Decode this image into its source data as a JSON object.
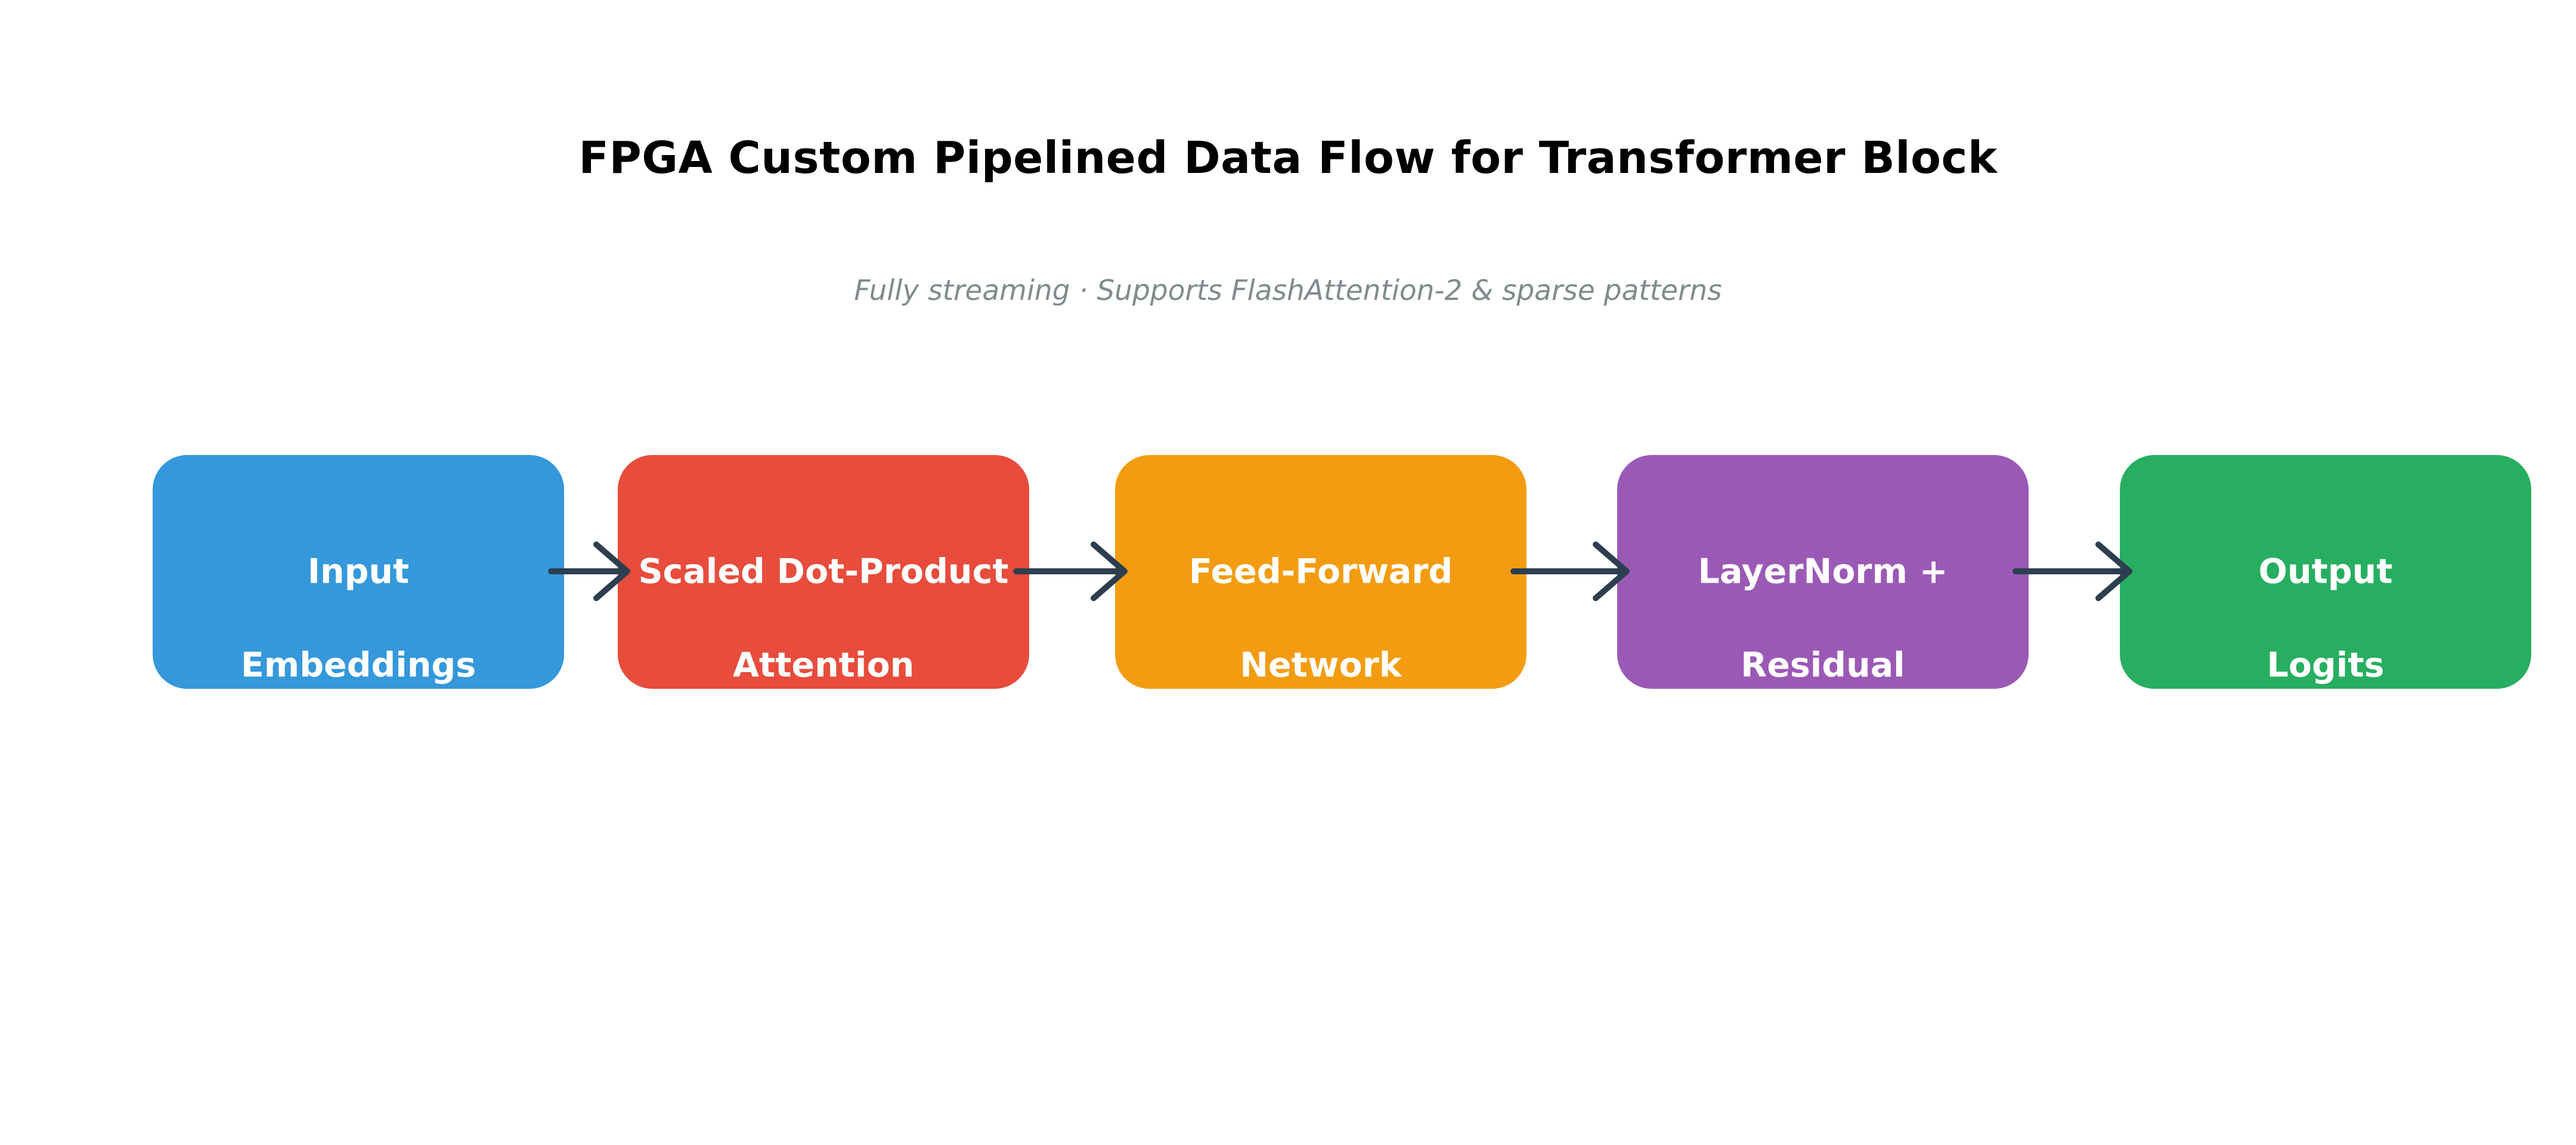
{
  "title": {
    "text": "FPGA Custom Pipelined Data Flow for Transformer Block",
    "color": "#000000"
  },
  "subtitle": {
    "text": "Fully streaming · Supports FlashAttention-2 & sparse patterns",
    "color": "#7f8c8d"
  },
  "pipeline": {
    "background": "#ffffff",
    "label_text_color": "#ffffff",
    "arrow_color": "#2c3e50",
    "stages": [
      {
        "id": "input-embeddings",
        "line1": "Input",
        "line2": "Embeddings",
        "color": "#3498db"
      },
      {
        "id": "attention",
        "line1": "Scaled Dot-Product",
        "line2": "Attention",
        "color": "#e74c3c"
      },
      {
        "id": "feed-forward",
        "line1": "Feed-Forward",
        "line2": "Network",
        "color": "#f39c12"
      },
      {
        "id": "layernorm-residual",
        "line1": "LayerNorm +",
        "line2": "Residual",
        "color": "#9b59b6"
      },
      {
        "id": "output-logits",
        "line1": "Output",
        "line2": "Logits",
        "color": "#27ae60"
      }
    ]
  }
}
